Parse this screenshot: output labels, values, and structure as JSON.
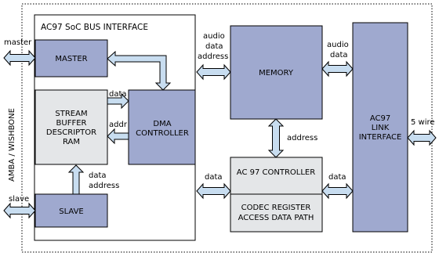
{
  "colors": {
    "block_blue": "#9fa9cf",
    "block_gray": "#e4e6e8",
    "arrow_fill": "#c8ddf0",
    "arrow_outline": "#000000",
    "frame": "#000000"
  },
  "side_label": "AMBA / WISHBONE",
  "soc_interface": {
    "title": "AC97 SoC BUS INTERFACE"
  },
  "blocks": {
    "master": "MASTER",
    "stream_buffer": [
      "STREAM",
      "BUFFER",
      "DESCRIPTOR",
      "RAM"
    ],
    "slave": "SLAVE",
    "dma_controller": [
      "DMA",
      "CONTROLLER"
    ],
    "memory": "MEMORY",
    "ac97_controller": "AC 97 CONTROLLER",
    "codec_register": [
      "CODEC REGISTER",
      "ACCESS DATA PATH"
    ],
    "ac97_link": [
      "AC97",
      "LINK",
      "INTERFACE"
    ]
  },
  "signals": {
    "master": "master",
    "slave": "slave",
    "sbdr_to_dma_data": "data",
    "dma_to_sbdr_addr": "addr",
    "slave_to_sbdr": [
      "data",
      "address"
    ],
    "dma_to_memory": [
      "audio",
      "data",
      "address"
    ],
    "memory_to_link": [
      "audio",
      "data"
    ],
    "memory_to_controller": "address",
    "bus_to_controller": "data",
    "controller_to_link": "data",
    "five_wire": "5 wire"
  }
}
